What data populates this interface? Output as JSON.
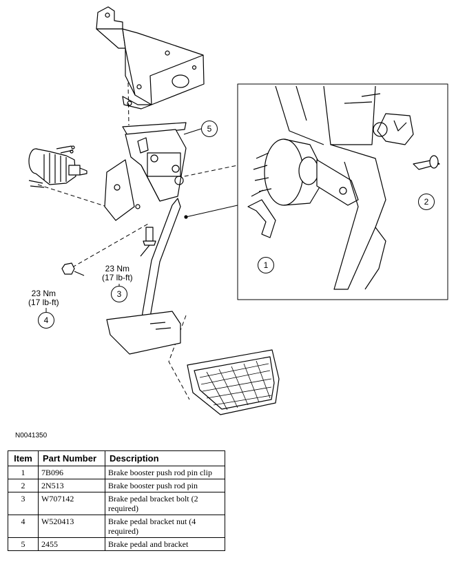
{
  "figure": {
    "callouts": [
      "1",
      "2",
      "3",
      "4",
      "5"
    ],
    "torque_a": {
      "nm": "23 Nm",
      "lbft": "(17 lb-ft)"
    },
    "torque_b": {
      "nm": "23 Nm",
      "lbft": "(17 lb-ft)"
    },
    "figure_id": "N0041350"
  },
  "table": {
    "headers": {
      "item": "Item",
      "part_number": "Part Number",
      "description": "Description"
    },
    "rows": [
      {
        "item": "1",
        "part_number": "7B096",
        "description": "Brake booster push rod pin clip"
      },
      {
        "item": "2",
        "part_number": "2N513",
        "description": "Brake booster push rod pin"
      },
      {
        "item": "3",
        "part_number": "W707142",
        "description": "Brake pedal bracket bolt (2 required)"
      },
      {
        "item": "4",
        "part_number": "W520413",
        "description": "Brake pedal bracket nut (4 required)"
      },
      {
        "item": "5",
        "part_number": "2455",
        "description": "Brake pedal and bracket"
      }
    ]
  }
}
